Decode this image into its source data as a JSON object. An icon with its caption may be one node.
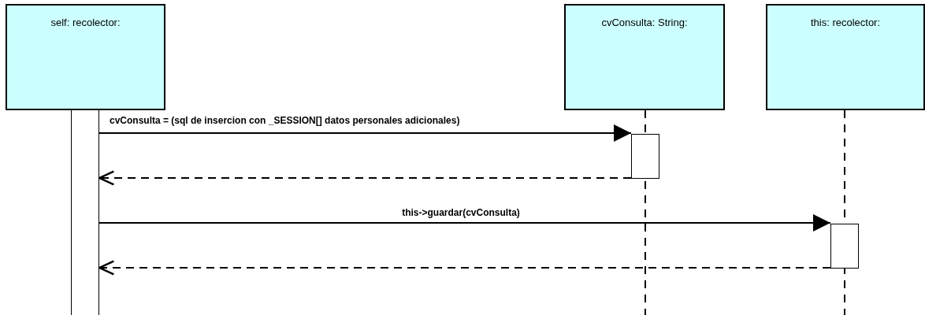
{
  "diagram": {
    "nodes": [
      {
        "text": [
          "self: recolector:"
        ]
      },
      {
        "text": [
          "cvConsulta: String:"
        ]
      },
      {
        "text": [
          "this: recolector:"
        ]
      },
      {
        "text": [],
        "shape": "bar"
      },
      {
        "text": [],
        "shape": "bar"
      },
      {
        "text": [],
        "shape": "bar"
      }
    ],
    "edges": [
      {
        "from": 3,
        "to": 4,
        "arrow": "to",
        "label": "cvConsulta = (sql de insercion con _SESSION[] datos personales adicionales)"
      },
      {
        "from": 4,
        "to": 3,
        "arrow": "to",
        "style": "dashed"
      },
      {
        "from": 3,
        "to": 5,
        "arrow": "to",
        "label": "this->guardar(cvConsulta)"
      },
      {
        "from": 5,
        "to": 3,
        "arrow": "to",
        "style": "dashed"
      }
    ]
  }
}
